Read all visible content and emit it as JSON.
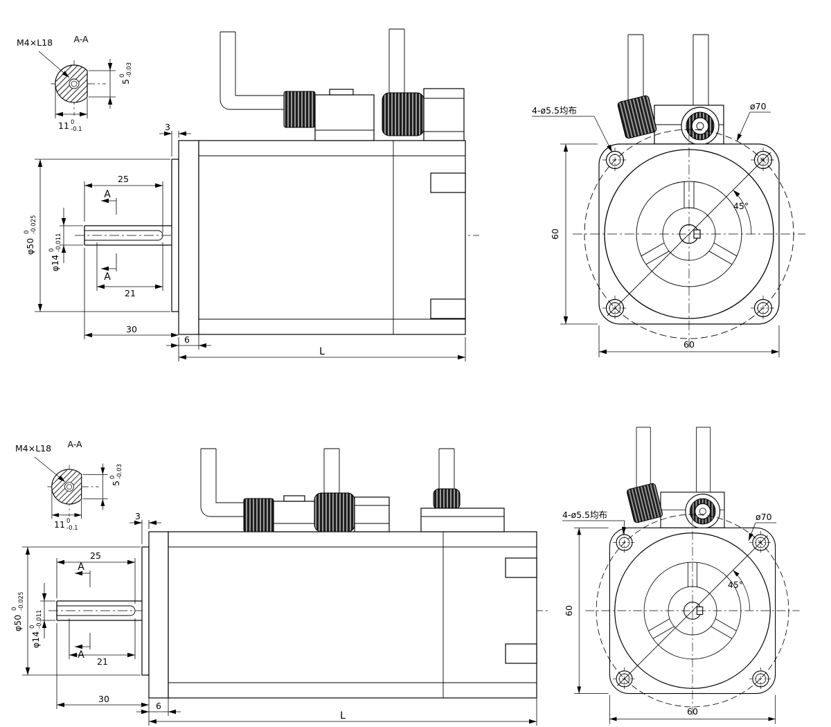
{
  "drawing1": {
    "section": {
      "thread": "M4×L18",
      "view": "A-A",
      "depth": "5",
      "depth_tol_up": "0",
      "depth_tol_low": "-0.03",
      "width": "11",
      "width_tol_up": "0",
      "width_tol_low": "-0.1"
    },
    "side": {
      "key_total": "25",
      "key_straight": "21",
      "shaft_len": "30",
      "spigot": "3",
      "flange_thk": "6",
      "body_len": "L",
      "pilot_dia": "φ50",
      "pilot_tol_up": "0",
      "pilot_tol_low": "-0.025",
      "shaft_dia": "φ14",
      "shaft_tol_up": "0",
      "shaft_tol_low": "-0.011",
      "cut_top": "A",
      "cut_bottom": "A"
    },
    "front": {
      "holes": "4-ø5.5均布",
      "bolt_circle": "ø70",
      "angle": "45°",
      "width": "60",
      "height": "60"
    }
  },
  "drawing2": {
    "section": {
      "thread": "M4×L18",
      "view": "A-A",
      "depth": "5",
      "depth_tol_up": "0",
      "depth_tol_low": "-0.03",
      "width": "11",
      "width_tol_up": "0",
      "width_tol_low": "-0.1"
    },
    "side": {
      "key_total": "25",
      "key_straight": "21",
      "shaft_len": "30",
      "spigot": "3",
      "flange_thk": "6",
      "body_len": "L",
      "pilot_dia": "φ50",
      "pilot_tol_up": "0",
      "pilot_tol_low": "-0.025",
      "shaft_dia": "φ14",
      "shaft_tol_up": "0",
      "shaft_tol_low": "-0.011",
      "cut_top": "A",
      "cut_bottom": "A"
    },
    "front": {
      "holes": "4-ø5.5均布",
      "bolt_circle": "ø70",
      "angle": "45°",
      "width": "60",
      "height": "60"
    }
  }
}
